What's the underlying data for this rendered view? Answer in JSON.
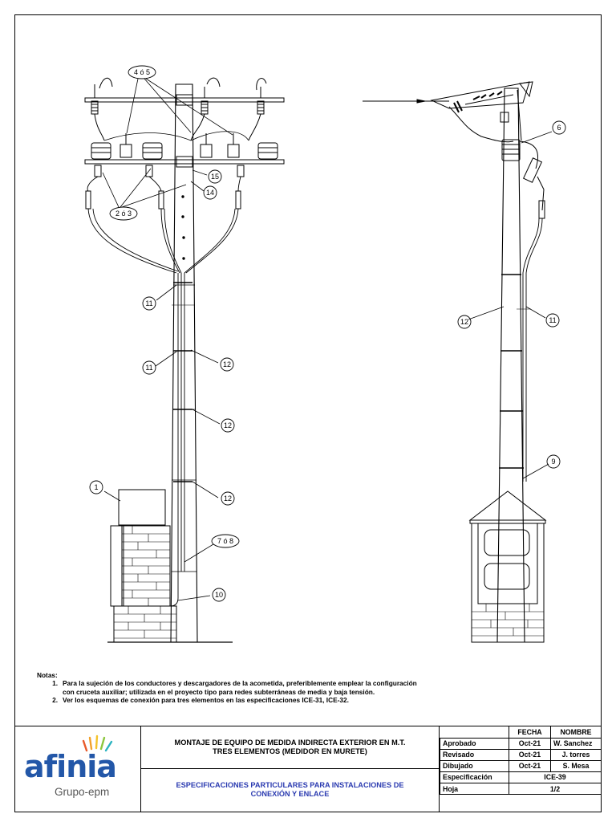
{
  "callouts": {
    "c4_5": "4 ó 5",
    "c2_3": "2 ó 3",
    "c15": "15",
    "c14": "14",
    "c11a": "11",
    "c11b": "11",
    "c12a": "12",
    "c12b": "12",
    "c12c": "12",
    "c1": "1",
    "c7_8": "7 ó 8",
    "c10": "10",
    "c6": "6",
    "c12d": "12",
    "c11c": "11",
    "c9": "9"
  },
  "notes": {
    "heading": "Notas:",
    "items": [
      {
        "num": "1.",
        "line1": "Para la sujeción de los conductores y descargadores de la acometida, preferiblemente  emplear la configuración",
        "line2": "con cruceta auxiliar; utilizada en el proyecto tipo para redes subterráneas de media y baja tensión."
      },
      {
        "num": "2.",
        "line1": "Ver los esquemas de conexión para tres elementos en las especificaciones ICE-31, ICE-32."
      }
    ]
  },
  "title_block": {
    "title_line1": "MONTAJE DE EQUIPO DE MEDIDA INDIRECTA EXTERIOR EN M.T.",
    "title_line2": "TRES ELEMENTOS (MEDIDOR EN MURETE)",
    "subtitle_line1": "ESPECIFICACIONES PARTICULARES PARA INSTALACIONES DE",
    "subtitle_line2": "CONEXIÓN Y ENLACE",
    "col_fecha": "FECHA",
    "col_nombre": "NOMBRE",
    "rows": [
      {
        "label": "Aprobado",
        "fecha": "Oct-21",
        "nombre": "W. Sanchez"
      },
      {
        "label": "Revisado",
        "fecha": "Oct-21",
        "nombre": "J. torres"
      },
      {
        "label": "Dibujado",
        "fecha": "Oct-21",
        "nombre": "S. Mesa"
      }
    ],
    "spec_label": "Especificación",
    "spec_value": "ICE-39",
    "sheet_label": "Hoja",
    "sheet_value": "1/2"
  },
  "logo": {
    "brand": "afinia",
    "group": "Grupo-epm",
    "brand_color": "#2357a8",
    "subtitle_color": "#2a3ab0"
  }
}
